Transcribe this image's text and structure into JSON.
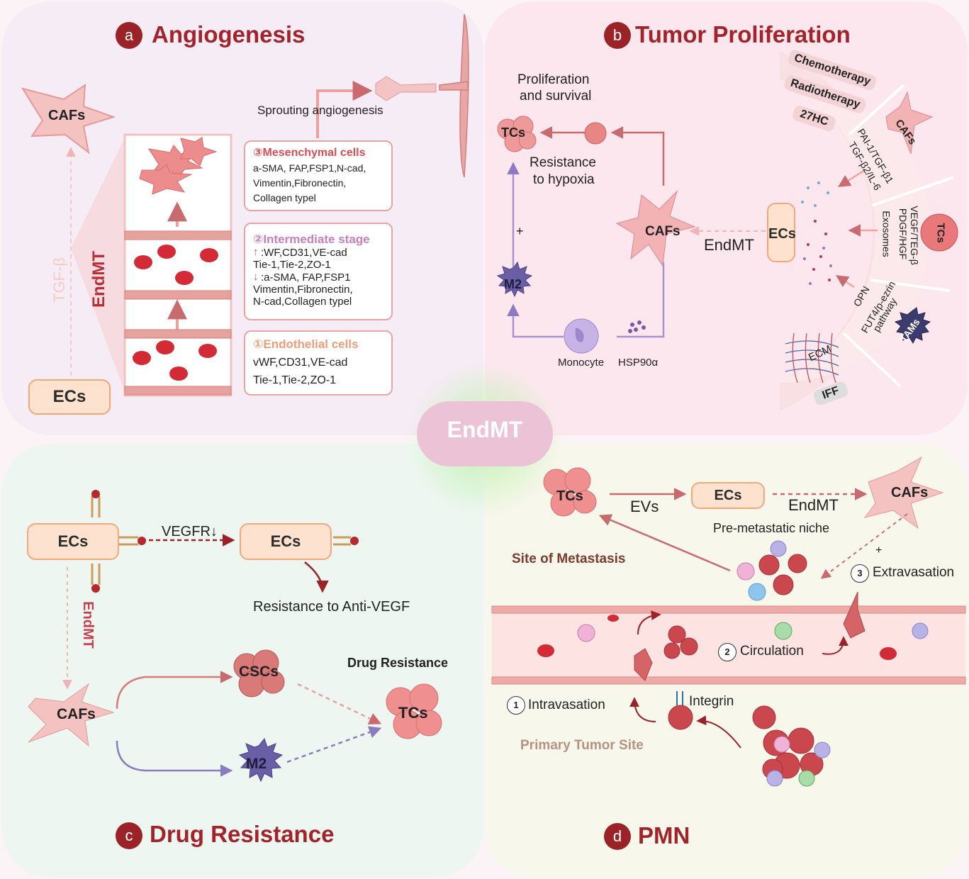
{
  "center": {
    "label": "EndMT"
  },
  "panel_a": {
    "letter": "a",
    "title": "Angiogenesis",
    "cafs": "CAFs",
    "ecs": "ECs",
    "tgf": "TGF-β",
    "endmt": "EndMT",
    "sprouting": "Sprouting  angiogenesis",
    "mes_title": "③Mesenchymal cells",
    "mes_lines": [
      "a-SMA, FAP,FSP1,N-cad,",
      "Vimentin,Fibronectin,",
      "Collagen typel"
    ],
    "int_title": "②Intermediate stage",
    "int_lines": [
      ":WF,CD31,VE-cad",
      "Tie-1,Tie-2,ZO-1",
      ":a-SMA, FAP,FSP1",
      "Vimentin,Fibronectin,",
      "N-cad,Collagen typel"
    ],
    "up_arrow": "↑",
    "down_arrow": "↓",
    "endo_title": "①Endothelial cells",
    "endo_lines": [
      "vWF,CD31,VE-cad",
      "Tie-1,Tie-2,ZO-1"
    ]
  },
  "panel_b": {
    "letter": "b",
    "title": "Tumor Proliferation",
    "prolif": [
      "Proliferation",
      "and survival"
    ],
    "tcs": "TCs",
    "hypoxia": [
      "Resistance",
      "to hypoxia"
    ],
    "plus": "+",
    "m2": "M2",
    "cafs": "CAFs",
    "endmt": "EndMT",
    "ecs": "ECs",
    "monocyte": "Monocyte",
    "hsp": "HSP90α",
    "chemo": "Chemotherapy",
    "radio": "Radiotherapy",
    "hc": "27HC",
    "fan_cafs": "CAFs",
    "pai": "PAI-1/TGF-β1",
    "tgfb2": "TGF-β2/IL-6",
    "fan_tcs": "TCs",
    "vegf": "VEGF/TEG-β",
    "pdgf": "PDGF/HGF",
    "exo": "Exosomes",
    "opn": "OPN",
    "fut": "FUT4/p-ezrin",
    "pathway": "pathway",
    "tams": "TAMs",
    "ecm": "ECM",
    "iff": "IFF"
  },
  "panel_c": {
    "letter": "c",
    "title": "Drug Resistance",
    "ecs1": "ECs",
    "ecs2": "ECs",
    "vegfr": "VEGFR↓",
    "anti_vegf": "Resistance to Anti-VEGF",
    "endmt": "EndMT",
    "cafs": "CAFs",
    "cscs": "CSCs",
    "m2": "M2",
    "tcs": "TCs",
    "drug_res": "Drug Resistance"
  },
  "panel_d": {
    "letter": "d",
    "title": "PMN",
    "tcs": "TCs",
    "evs": "EVs",
    "ecs": "ECs",
    "endmt": "EndMT",
    "cafs": "CAFs",
    "niche": "Pre-metastatic niche",
    "site": "Site of Metastasis",
    "plus": "+",
    "n3": "3",
    "extrav": "Extravasation",
    "n2": "2",
    "circ": "Circulation",
    "n1": "1",
    "intrav": "Intravasation",
    "integrin": "Integrin",
    "primary": "Primary Tumor Site"
  },
  "colors": {
    "accent": "#a3232b",
    "purple": "#8c7bc0",
    "salmon": "#e7a3a1"
  }
}
